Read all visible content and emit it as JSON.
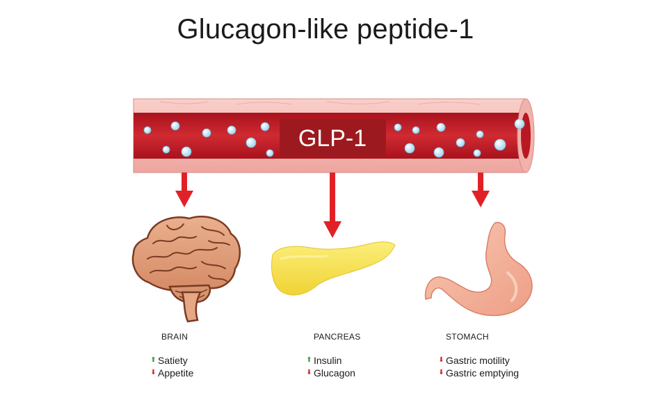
{
  "title": "Glucagon-like peptide-1",
  "vessel_label": "GLP-1",
  "colors": {
    "vessel_wall": "#f4b8b3",
    "blood": "#c8202a",
    "label_box": "#9c1a1f",
    "arrow": "#e02228",
    "up_arrow": "#3a9a4a",
    "down_arrow": "#d8232a",
    "brain": "#e3a07a",
    "pancreas": "#f6e24a",
    "stomach": "#f4b59c"
  },
  "organs": [
    {
      "name": "BRAIN",
      "icon": "brain-icon",
      "effects": [
        {
          "direction": "up",
          "text": "Satiety"
        },
        {
          "direction": "down",
          "text": "Appetite"
        }
      ]
    },
    {
      "name": "PANCREAS",
      "icon": "pancreas-icon",
      "effects": [
        {
          "direction": "up",
          "text": "Insulin"
        },
        {
          "direction": "down",
          "text": "Glucagon"
        }
      ]
    },
    {
      "name": "STOMACH",
      "icon": "stomach-icon",
      "effects": [
        {
          "direction": "down",
          "text": "Gastric motility"
        },
        {
          "direction": "down",
          "text": "Gastric emptying"
        }
      ]
    }
  ]
}
